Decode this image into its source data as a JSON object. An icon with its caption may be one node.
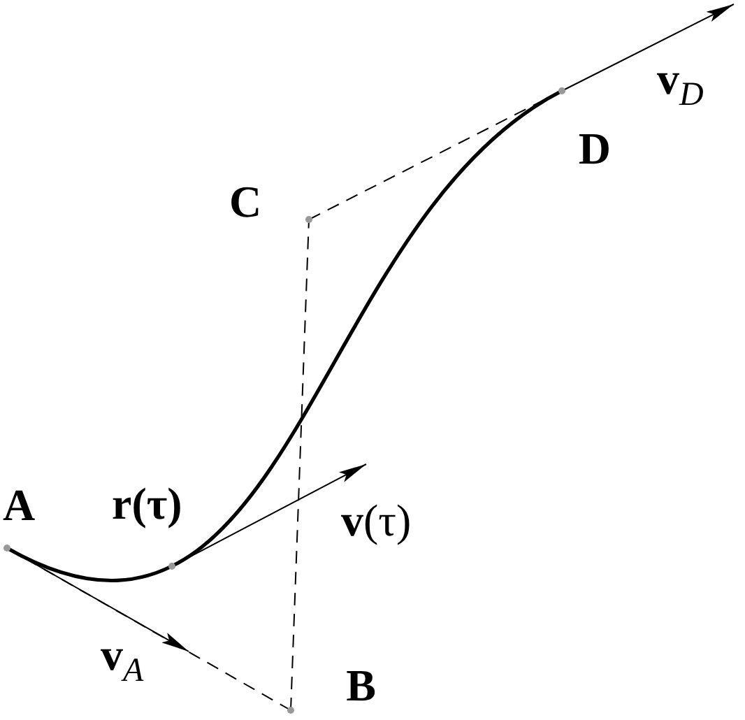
{
  "diagram": {
    "nodes": [
      {
        "text": [
          "A"
        ]
      },
      {
        "text": [
          "B"
        ]
      },
      {
        "text": [
          "C"
        ]
      },
      {
        "text": [
          "D"
        ]
      },
      {
        "text": [
          "**r**(τ)"
        ]
      }
    ],
    "edges": [
      {
        "from": 0,
        "to": 3,
        "arrow": "none",
        "style": "thick"
      },
      {
        "from": 0,
        "to": 1,
        "arrow": "none",
        "style": "dashed"
      },
      {
        "from": 1,
        "to": 2,
        "arrow": "none",
        "style": "dashed"
      },
      {
        "from": 2,
        "to": 3,
        "arrow": "none",
        "style": "dashed"
      },
      {
        "from": 0,
        "to": null,
        "arrow": "to",
        "label": "**v**$_{A}$"
      },
      {
        "from": 4,
        "to": null,
        "arrow": "to",
        "label": "**v**(τ)"
      },
      {
        "from": 3,
        "to": null,
        "arrow": "to",
        "label": "**v**$_{D}$"
      }
    ]
  }
}
